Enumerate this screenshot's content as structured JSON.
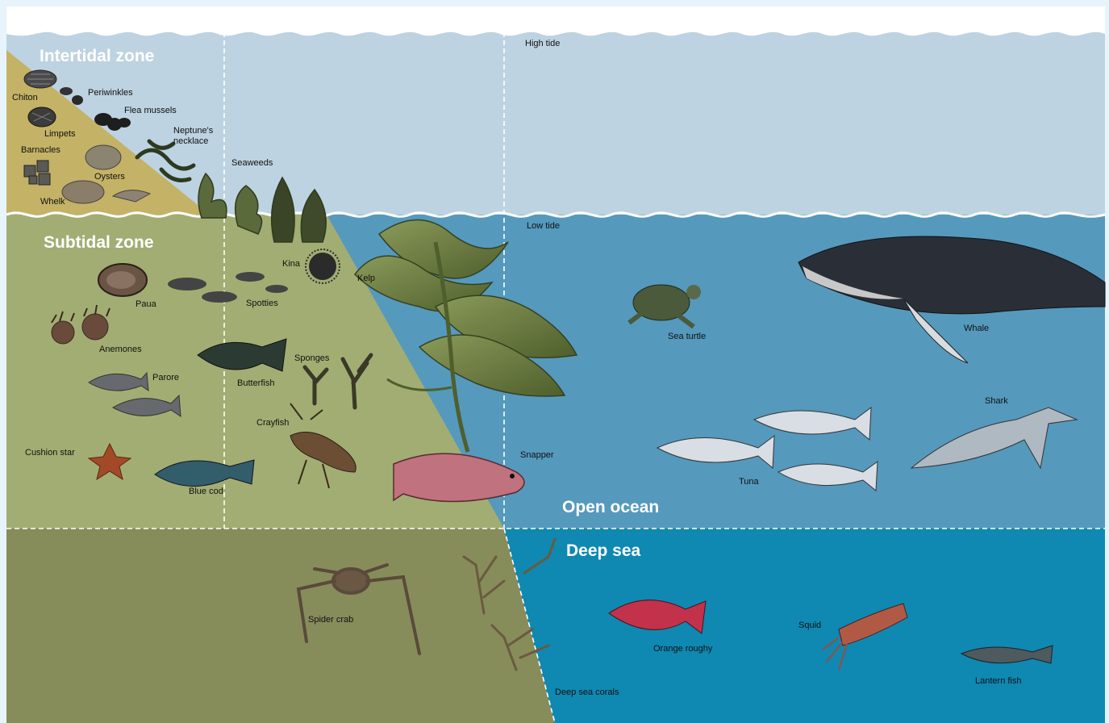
{
  "colors": {
    "sky": "#bdd3e1",
    "open_ocean": "#5599bd",
    "deep_sea": "#0f88b2",
    "intertidal_shore": "#c4b266",
    "subtidal_shore": "#a2ad73",
    "deep_floor": "#878c5b"
  },
  "zones": {
    "intertidal": "Intertidal zone",
    "subtidal": "Subtidal zone",
    "open_ocean": "Open ocean",
    "deep_sea": "Deep sea"
  },
  "tides": {
    "high": "High tide",
    "low": "Low tide"
  },
  "labels": {
    "chiton": "Chiton",
    "periwinkles": "Periwinkles",
    "flea_mussels": "Flea mussels",
    "limpets": "Limpets",
    "neptunes_necklace": "Neptune's\nnecklace",
    "barnacles": "Barnacles",
    "oysters": "Oysters",
    "whelk": "Whelk",
    "seaweeds": "Seaweeds",
    "kina": "Kina",
    "kelp": "Kelp",
    "paua": "Paua",
    "spotties": "Spotties",
    "anemones": "Anemones",
    "parore": "Parore",
    "butterfish": "Butterfish",
    "sponges": "Sponges",
    "crayfish": "Crayfish",
    "cushion_star": "Cushion star",
    "blue_cod": "Blue cod",
    "snapper": "Snapper",
    "sea_turtle": "Sea turtle",
    "whale": "Whale",
    "shark": "Shark",
    "tuna": "Tuna",
    "spider_crab": "Spider crab",
    "orange_roughy": "Orange roughy",
    "squid": "Squid",
    "lantern_fish": "Lantern fish",
    "deep_sea_corals": "Deep sea corals"
  }
}
